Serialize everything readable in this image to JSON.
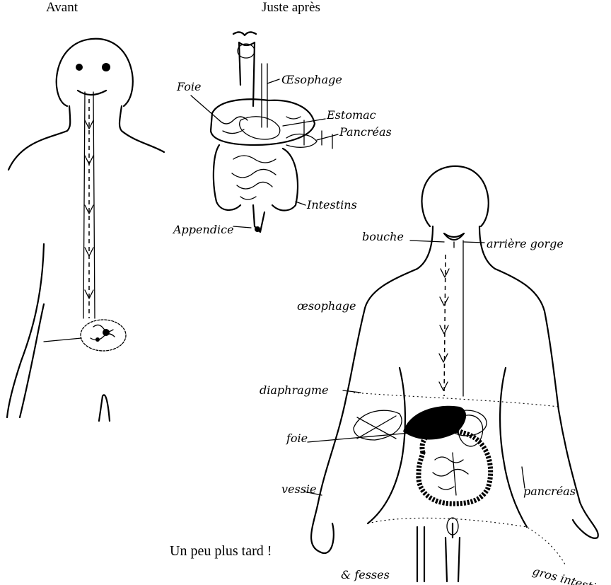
{
  "captions": {
    "before": "Avant",
    "just_after": "Juste après",
    "later": "Un peu plus tard !"
  },
  "labels_just_after": {
    "foie": "Foie",
    "oesophage": "Œsophage",
    "estomac": "Estomac",
    "pancreas": "Pancréas",
    "intestins": "Intestins",
    "appendice": "Appendice"
  },
  "labels_later": {
    "bouche": "bouche",
    "arriere_gorge": "arrière gorge",
    "oesophage": "œsophage",
    "diaphragme": "diaphragme",
    "foie": "foie",
    "vessie": "vessie",
    "pancreas": "pancréas",
    "gros_intestin": "gros intesti",
    "fesses": "& fesses"
  }
}
